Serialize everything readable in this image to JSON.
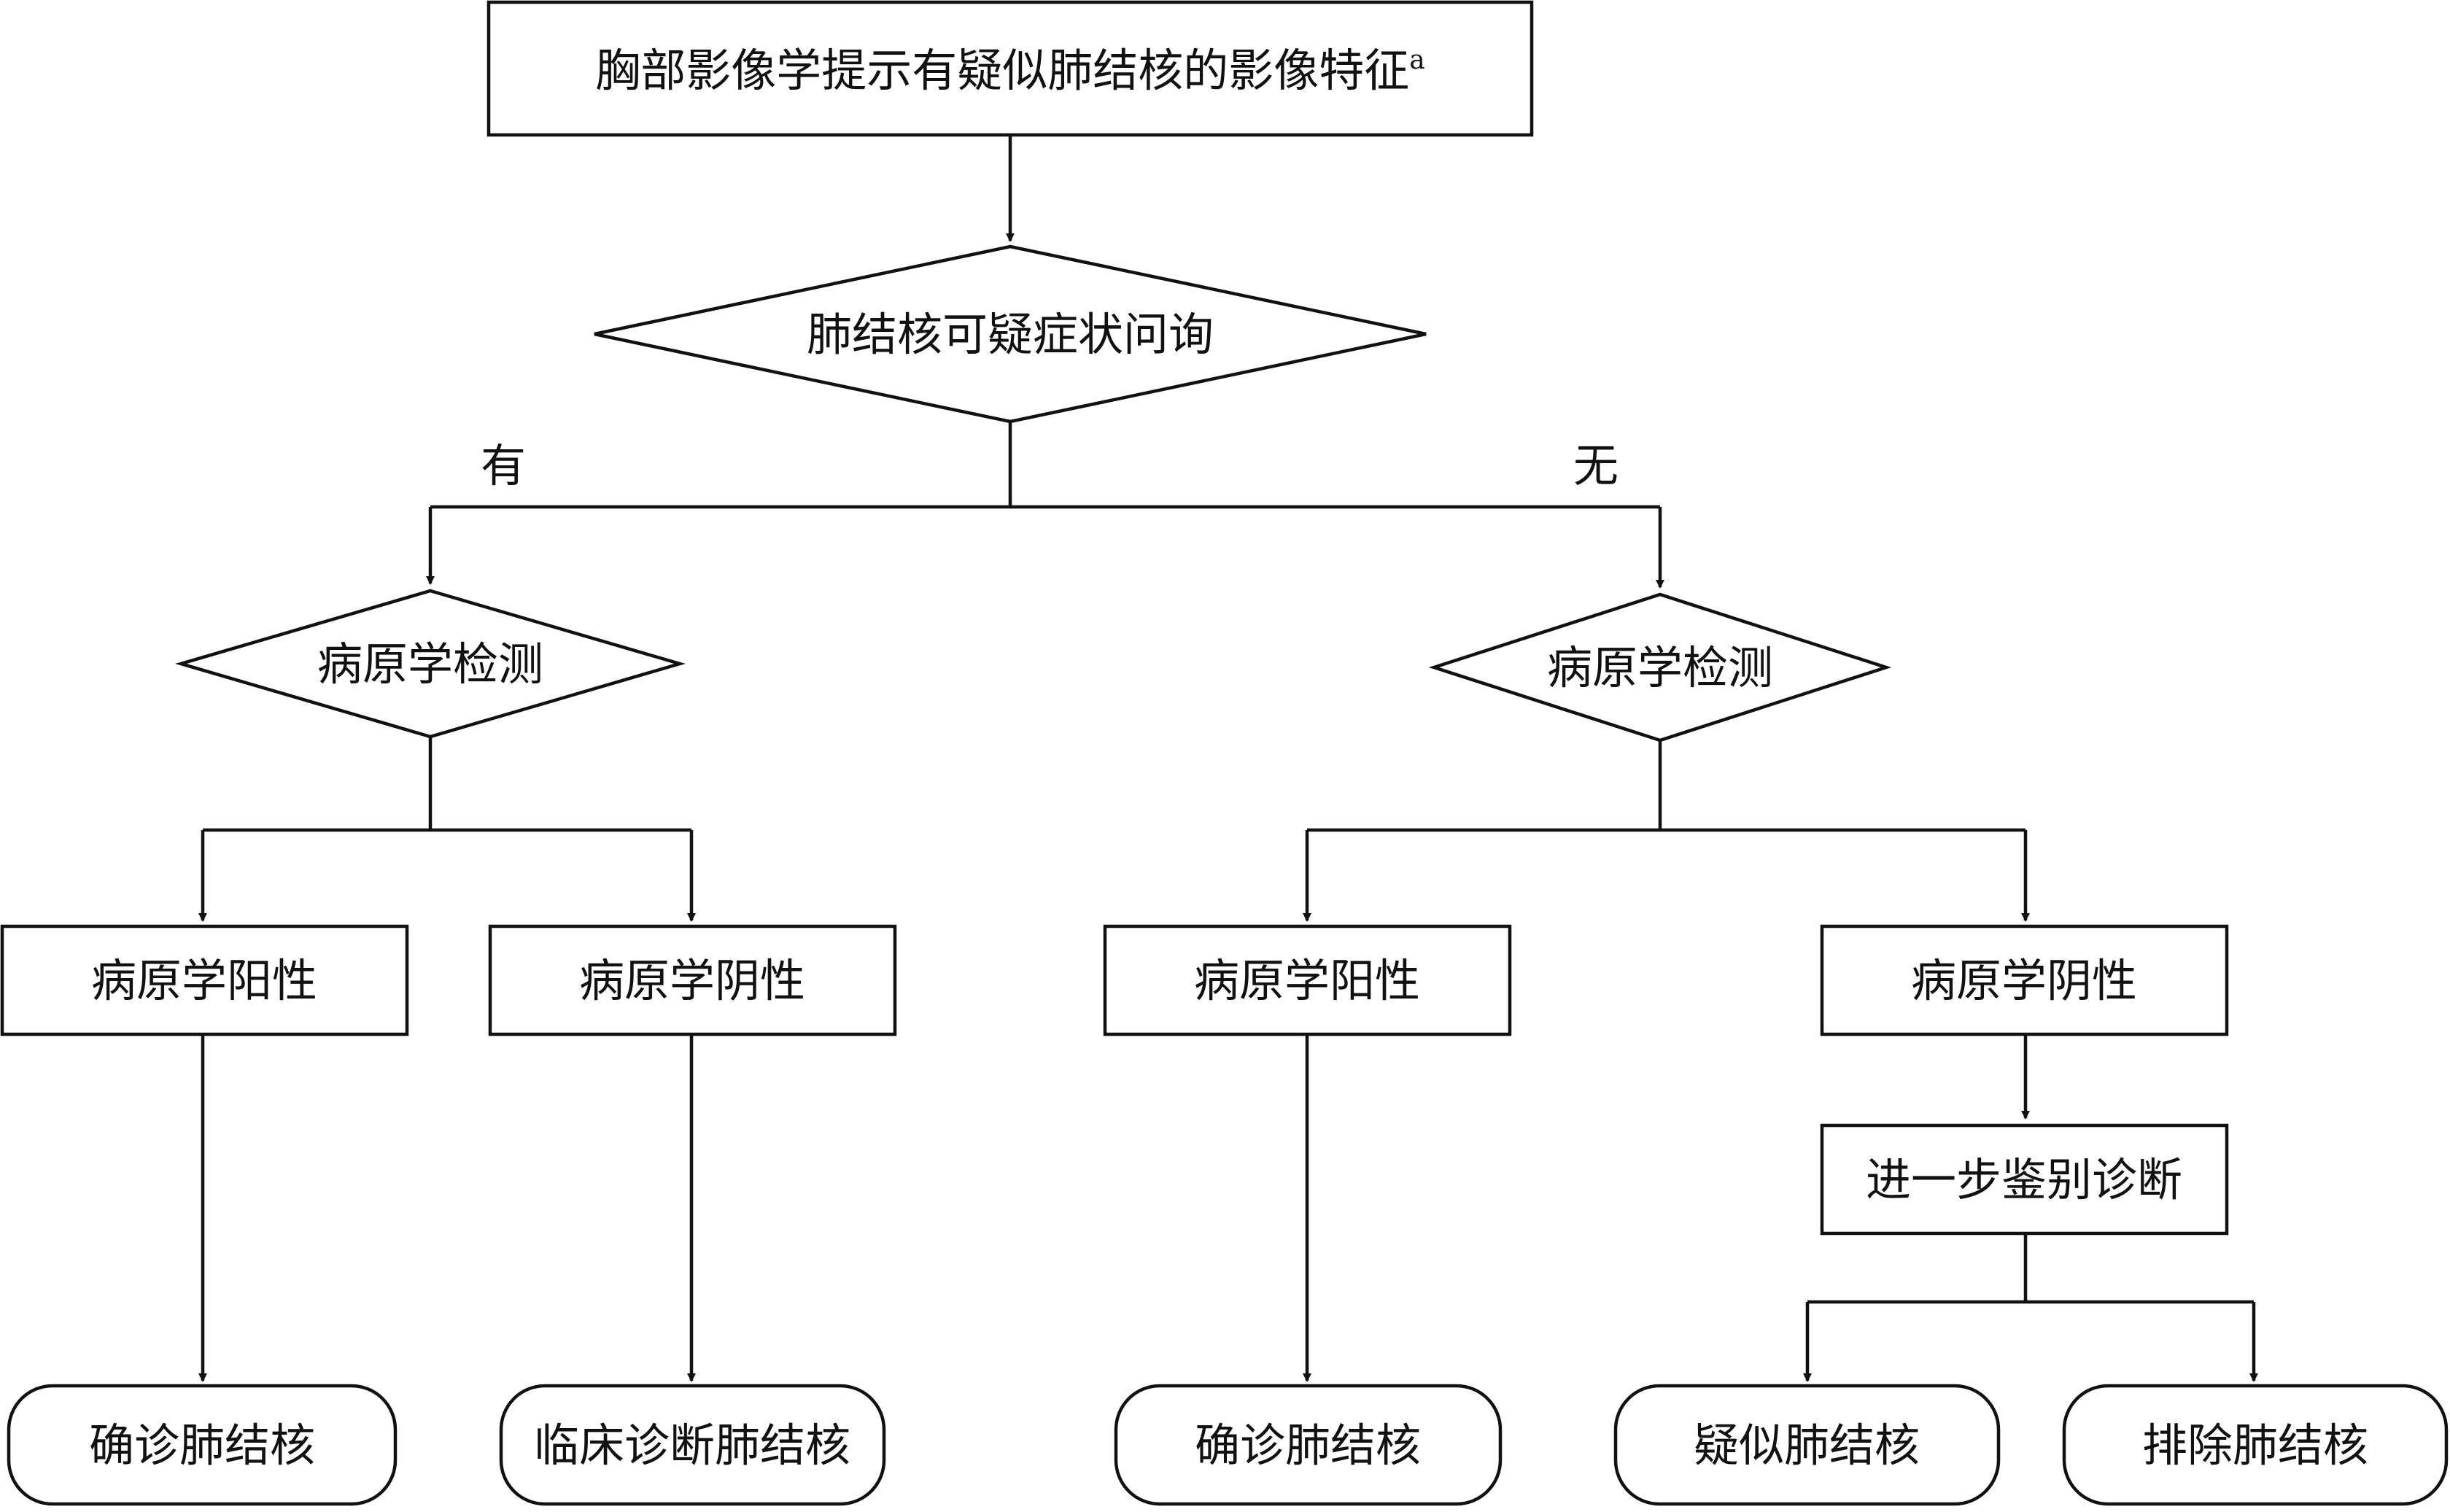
{
  "top_box": {
    "text": "胸部影像学提示有疑似肺结核的影像特征",
    "superscript": "a"
  },
  "decision_main": "肺结核可疑症状问询",
  "branch_yes": "有",
  "branch_no": "无",
  "left": {
    "decision": "病原学检测",
    "positive": "病原学阳性",
    "negative": "病原学阴性",
    "positive_result": "确诊肺结核",
    "negative_result": "临床诊断肺结核"
  },
  "right": {
    "decision": "病原学检测",
    "positive": "病原学阳性",
    "negative": "病原学阴性",
    "further": "进一步鉴别诊断",
    "positive_result": "确诊肺结核",
    "suspected_result": "疑似肺结核",
    "excluded_result": "排除肺结核"
  }
}
